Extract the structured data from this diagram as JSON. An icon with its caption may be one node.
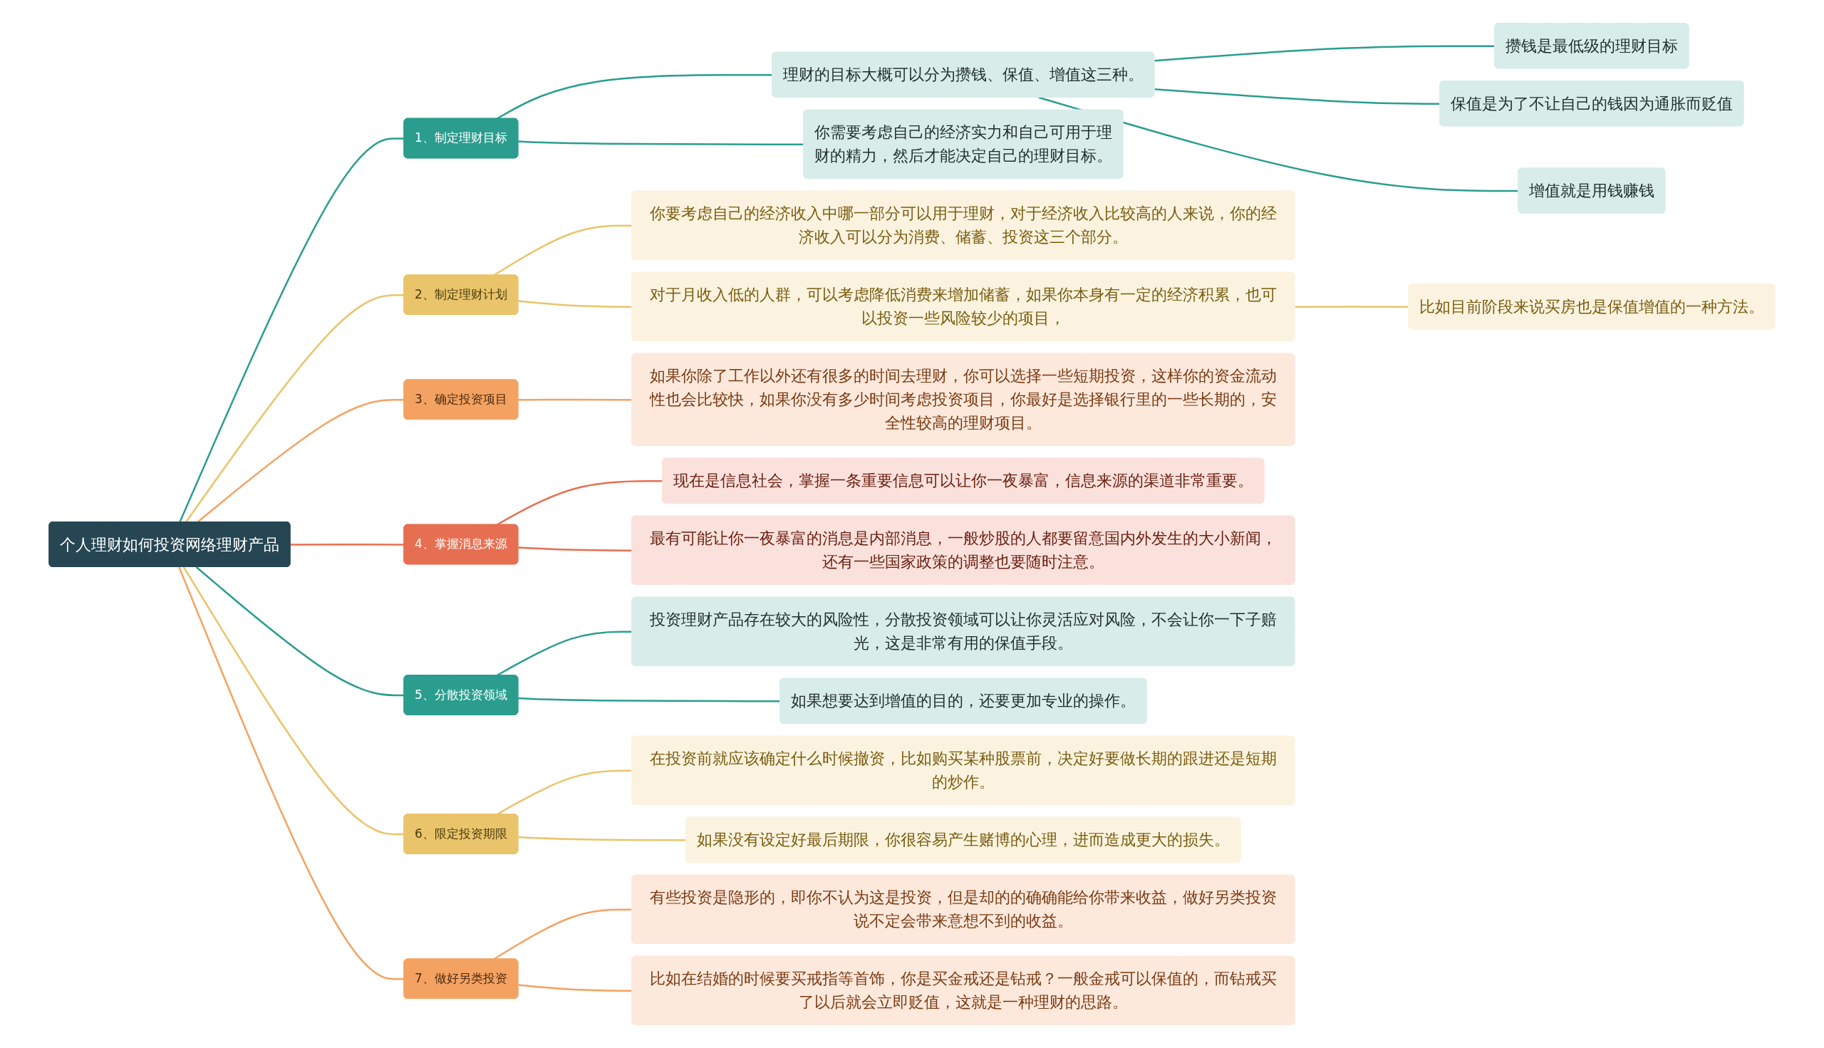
{
  "diagram": {
    "nodes": [
      {
        "text": [
          "个人理财如何投资网络理财产品"
        ]
      },
      {
        "text": [
          "1、制定理财目标"
        ]
      },
      {
        "text": [
          "理财的目标大概可以分为攒钱、保值、增值这三种。"
        ]
      },
      {
        "text": [
          "攒钱是最低级的理财目标"
        ]
      },
      {
        "text": [
          "保值是为了不让自己的钱因为通胀而贬值"
        ]
      },
      {
        "text": [
          "增值就是用钱赚钱"
        ]
      },
      {
        "text": [
          "你需要考虑自己的经济实力和自己可用于理财的精力，然后才能决定自己的理财目标。"
        ]
      },
      {
        "text": [
          "2、制定理财计划"
        ]
      },
      {
        "text": [
          "你要考虑自己的经济收入中哪一部分可以用于理财，对于经济收入比较高的人来说，你的经济收入可以分为消费、储蓄、投资这三个部分。"
        ]
      },
      {
        "text": [
          "对于月收入低的人群，可以考虑降低消费来增加储蓄，如果你本身有一定的经济积累，也可以投资一些风险较少的项目，"
        ]
      },
      {
        "text": [
          "比如目前阶段来说买房也是保值增值的一种方法。"
        ]
      },
      {
        "text": [
          "3、确定投资项目"
        ]
      },
      {
        "text": [
          "如果你除了工作以外还有很多的时间去理财，你可以选择一些短期投资，这样你的资金流动性也会比较快，如果你没有多少时间考虑投资项目，你最好是选择银行里的一些长期的，安全性较高的理财项目。"
        ]
      },
      {
        "text": [
          "4、掌握消息来源"
        ]
      },
      {
        "text": [
          "现在是信息社会，掌握一条重要信息可以让你一夜暴富，信息来源的渠道非常重要。"
        ]
      },
      {
        "text": [
          "最有可能让你一夜暴富的消息是内部消息，一般炒股的人都要留意国内外发生的大小新闻，还有一些国家政策的调整也要随时注意。"
        ]
      },
      {
        "text": [
          "5、分散投资领域"
        ]
      },
      {
        "text": [
          "投资理财产品存在较大的风险性，分散投资领域可以让你灵活应对风险，不会让你一下子赔光，这是非常有用的保值手段。"
        ]
      },
      {
        "text": [
          "如果想要达到增值的目的，还要更加专业的操作。"
        ]
      },
      {
        "text": [
          "6、限定投资期限"
        ]
      },
      {
        "text": [
          "在投资前就应该确定什么时候撤资，比如购买某种股票前，决定好要做长期的跟进还是短期的炒作。"
        ]
      },
      {
        "text": [
          "如果没有设定好最后期限，你很容易产生赌博的心理，进而造成更大的损失。"
        ]
      },
      {
        "text": [
          "7、做好另类投资"
        ]
      },
      {
        "text": [
          "有些投资是隐形的，即你不认为这是投资，但是却的的确确能给你带来收益，做好另类投资说不定会带来意想不到的收益。"
        ]
      },
      {
        "text": [
          "比如在结婚的时候要买戒指等首饰，你是买金戒还是钻戒？一般金戒可以保值的，而钻戒买了以后就会立即贬值，这就是一种理财的思路。"
        ]
      }
    ],
    "edges": [
      {
        "from": 0,
        "to": 1,
        "arrow": "none",
        "color": "#2a9d8f"
      },
      {
        "from": 1,
        "to": 2,
        "arrow": "none",
        "color": "#2a9d8f"
      },
      {
        "from": 2,
        "to": 3,
        "arrow": "none",
        "color": "#2a9d8f"
      },
      {
        "from": 2,
        "to": 4,
        "arrow": "none",
        "color": "#2a9d8f"
      },
      {
        "from": 2,
        "to": 5,
        "arrow": "none",
        "color": "#2a9d8f"
      },
      {
        "from": 1,
        "to": 6,
        "arrow": "none",
        "color": "#2a9d8f"
      },
      {
        "from": 0,
        "to": 7,
        "arrow": "none",
        "color": "#e9c46a"
      },
      {
        "from": 7,
        "to": 8,
        "arrow": "none",
        "color": "#e9c46a"
      },
      {
        "from": 7,
        "to": 9,
        "arrow": "none",
        "color": "#e9c46a"
      },
      {
        "from": 9,
        "to": 10,
        "arrow": "none",
        "color": "#e9c46a"
      },
      {
        "from": 0,
        "to": 11,
        "arrow": "none",
        "color": "#f4a261"
      },
      {
        "from": 11,
        "to": 12,
        "arrow": "none",
        "color": "#f4a261"
      },
      {
        "from": 0,
        "to": 13,
        "arrow": "none",
        "color": "#e76f51"
      },
      {
        "from": 13,
        "to": 14,
        "arrow": "none",
        "color": "#e76f51"
      },
      {
        "from": 13,
        "to": 15,
        "arrow": "none",
        "color": "#e76f51"
      },
      {
        "from": 0,
        "to": 16,
        "arrow": "none",
        "color": "#2a9d8f"
      },
      {
        "from": 16,
        "to": 17,
        "arrow": "none",
        "color": "#2a9d8f"
      },
      {
        "from": 16,
        "to": 18,
        "arrow": "none",
        "color": "#2a9d8f"
      },
      {
        "from": 0,
        "to": 19,
        "arrow": "none",
        "color": "#e9c46a"
      },
      {
        "from": 19,
        "to": 20,
        "arrow": "none",
        "color": "#e9c46a"
      },
      {
        "from": 19,
        "to": 21,
        "arrow": "none",
        "color": "#e9c46a"
      },
      {
        "from": 0,
        "to": 22,
        "arrow": "none",
        "color": "#f4a261"
      },
      {
        "from": 22,
        "to": 23,
        "arrow": "none",
        "color": "#f4a261"
      },
      {
        "from": 22,
        "to": 24,
        "arrow": "none",
        "color": "#f4a261"
      }
    ]
  }
}
